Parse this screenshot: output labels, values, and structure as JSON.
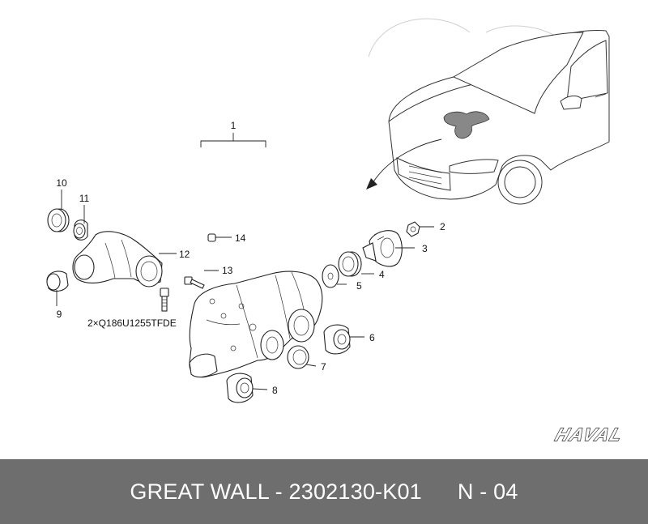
{
  "callouts": {
    "c1": "1",
    "c2": "2",
    "c3": "3",
    "c4": "4",
    "c5": "5",
    "c6": "6",
    "c7": "7",
    "c8": "8",
    "c9": "9",
    "c10": "10",
    "c11": "11",
    "c12": "12",
    "c13": "13",
    "c14": "14"
  },
  "bolt_note": "2×Q186U1255TFDE",
  "brand_logo": "HAVAL",
  "footer": {
    "part_label": "GREAT WALL - 2302130-K01",
    "page_label": "N - 04"
  },
  "colors": {
    "footer_bg": "#6e6e6e",
    "footer_text": "#ffffff",
    "highlight_fill": "#888888"
  }
}
